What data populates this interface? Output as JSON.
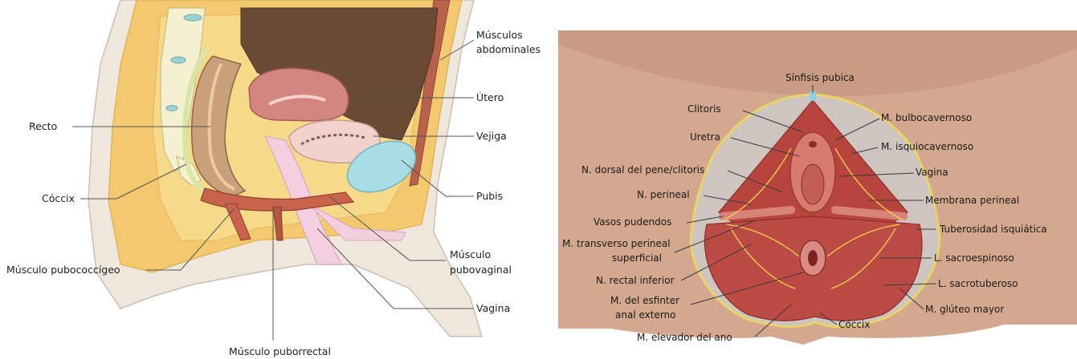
{
  "left_figure": {
    "labels": {
      "abdominal_muscles_line1": "Músculos",
      "abdominal_muscles_line2": "abdominales",
      "uterus": "Útero",
      "bladder": "Vejiga",
      "rectum": "Recto",
      "coccyx": "Cóccix",
      "pubis": "Pubis",
      "pubococcygeus": "Músculo pubococcígeo",
      "pubovaginal_line1": "Músculo",
      "pubovaginal_line2": "pubovaginal",
      "vagina": "Vagina",
      "puborectal": "Músculo puborrectal"
    }
  },
  "right_figure": {
    "labels": {
      "symphysis": "Sínfisis pubica",
      "clitoris": "Clitoris",
      "bulbocavernosus": "M. bulbocavernoso",
      "urethra": "Uretra",
      "ischiocavernosus": "M. isquiocavernoso",
      "dorsal_nerve": "N. dorsal del pene/clitoris",
      "vagina": "Vagina",
      "perineal_nerve": "N. perineal",
      "perineal_membrane": "Membrana perineal",
      "pudendal_vessels": "Vasos pudendos",
      "ischial_tuberosity": "Tuberosidad isquiática",
      "transverse_line1": "M. transverso perineal",
      "transverse_line2": "superficial",
      "sacrospinous": "L. sacroespinoso",
      "inferior_rectal_nerve": "N. rectal inferior",
      "sacrotuberous": "L. sacrotuberoso",
      "anal_sphincter_line1": "M. del esfinter",
      "anal_sphincter_line2": "anal externo",
      "gluteus": "M. glúteo mayor",
      "coccyx": "Cóccix",
      "levator_ani": "M. elevador del ano"
    }
  }
}
